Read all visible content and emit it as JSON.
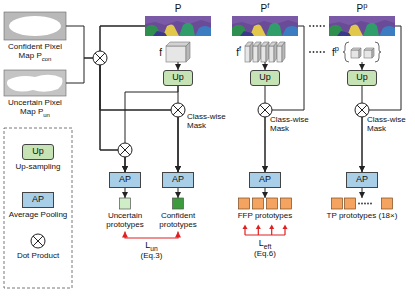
{
  "diagram": {
    "nodes": [
      {
        "text": [
          "Confident Pixel Map Pcon"
        ]
      },
      {
        "text": [
          "Uncertain Pixel Map Pun"
        ]
      },
      {
        "text": [
          "P"
        ]
      },
      {
        "text": [
          "f"
        ]
      },
      {
        "text": [
          "Up"
        ]
      },
      {
        "text": [
          "AP"
        ]
      },
      {
        "text": [
          "AP"
        ]
      },
      {
        "text": [
          "Uncertain prototypes"
        ]
      },
      {
        "text": [
          "Confident prototypes"
        ]
      },
      {
        "text": [
          "Pf"
        ]
      },
      {
        "text": [
          "ff"
        ]
      },
      {
        "text": [
          "Up"
        ]
      },
      {
        "text": [
          "AP"
        ]
      },
      {
        "text": [
          "FFP prototypes"
        ]
      },
      {
        "text": [
          "Pp"
        ]
      },
      {
        "text": [
          "fp"
        ]
      },
      {
        "text": [
          "Up"
        ]
      },
      {
        "text": [
          "AP"
        ]
      },
      {
        "text": [
          "TP prototypes (18×)"
        ]
      }
    ],
    "edges": [
      {
        "from": 0,
        "to": 6,
        "arrow": "to"
      },
      {
        "from": 1,
        "to": 5,
        "arrow": "to"
      },
      {
        "from": 2,
        "to": 6,
        "arrow": "to"
      },
      {
        "from": 2,
        "to": 5,
        "arrow": "to"
      },
      {
        "from": 3,
        "to": 4,
        "arrow": "to"
      },
      {
        "from": 4,
        "to": 6,
        "arrow": "to"
      },
      {
        "from": 4,
        "to": 5,
        "arrow": "to"
      },
      {
        "from": 5,
        "to": 7,
        "arrow": "to"
      },
      {
        "from": 6,
        "to": 8,
        "arrow": "to"
      },
      {
        "from": 7,
        "to": 8,
        "arrow": "both"
      },
      {
        "from": 9,
        "to": 12,
        "arrow": "to"
      },
      {
        "from": 10,
        "to": 11,
        "arrow": "to"
      },
      {
        "from": 11,
        "to": 12,
        "arrow": "to"
      },
      {
        "from": 12,
        "to": 13,
        "arrow": "to"
      },
      {
        "from": 14,
        "to": 17,
        "arrow": "to"
      },
      {
        "from": 15,
        "to": 16,
        "arrow": "to"
      },
      {
        "from": 16,
        "to": 17,
        "arrow": "to"
      },
      {
        "from": 17,
        "to": 18,
        "arrow": "to"
      }
    ],
    "labels": [
      "Class-wise Mask",
      "Class-wise Mask",
      "Class-wise Mask",
      "Lun",
      "(Eq.3)",
      "Left",
      "(Eq.6)",
      "Up",
      "AP"
    ],
    "legend": [
      {
        "text": "Up-sampling",
        "color": "#c5e3b5"
      },
      {
        "text": "Average Pooling",
        "color": "#a9cfe8"
      },
      {
        "text": "Dot Product"
      }
    ]
  }
}
